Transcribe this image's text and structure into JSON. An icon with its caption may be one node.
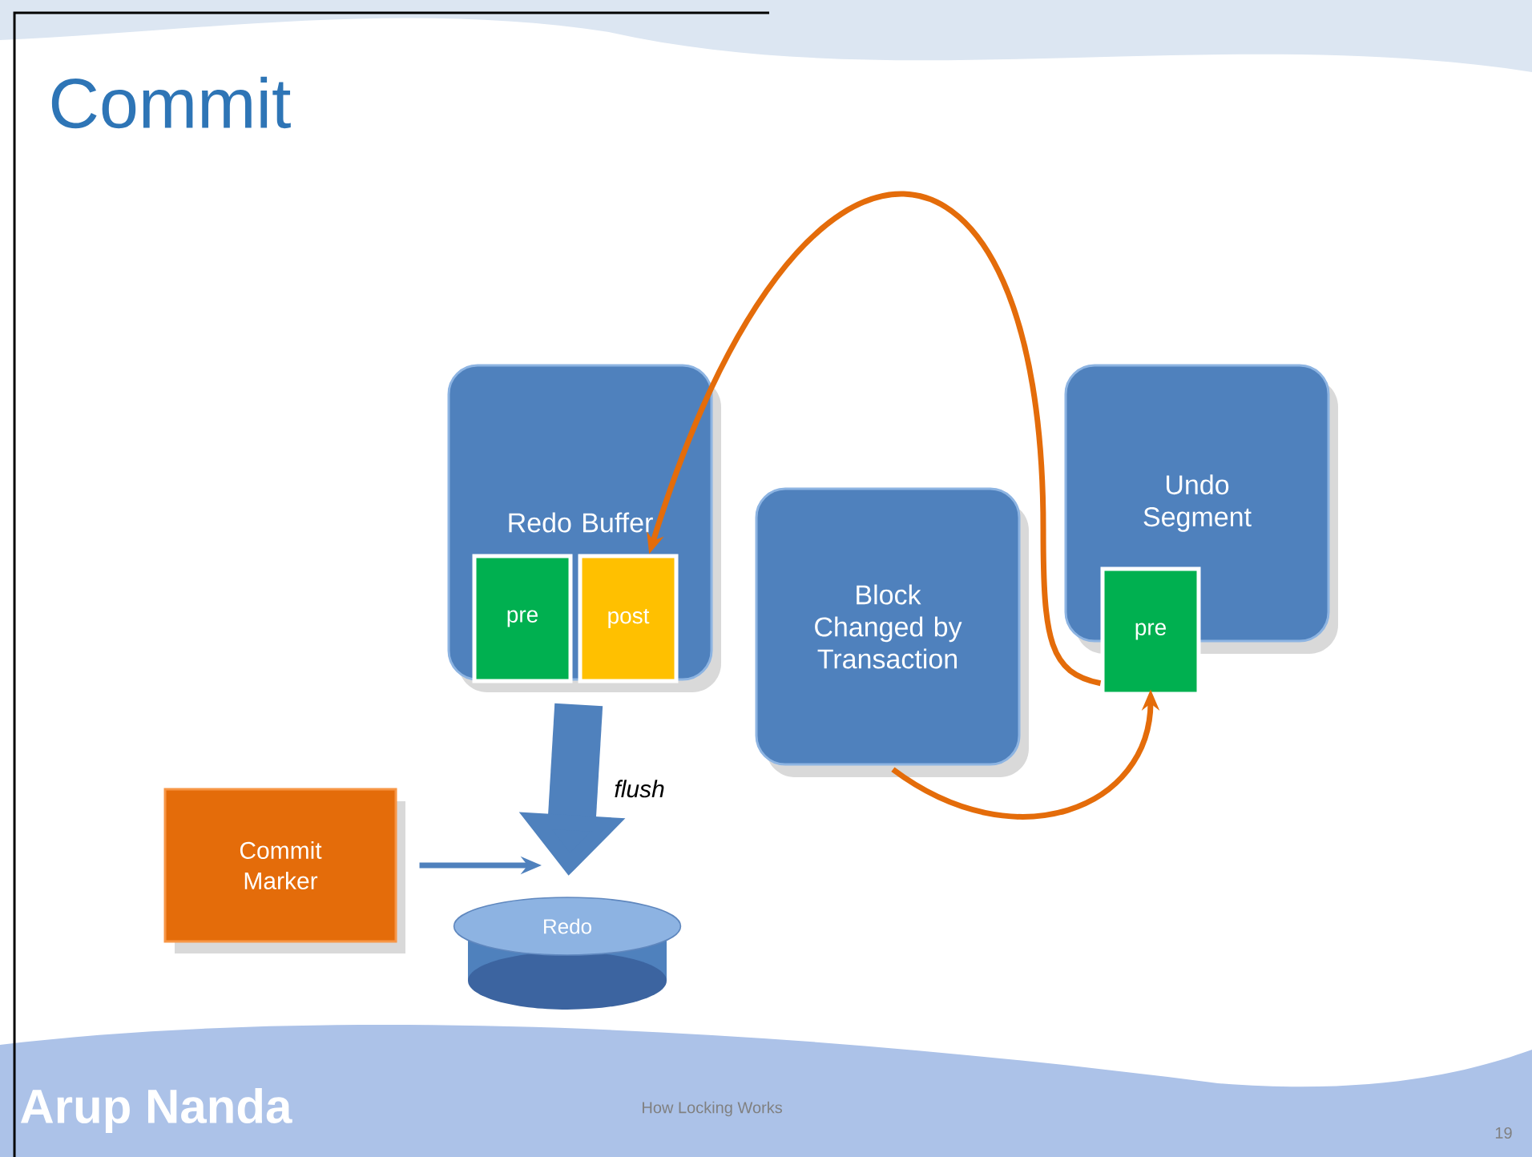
{
  "diagram": {
    "title": "Commit",
    "nodes": [
      {
        "text": [
          "Redo Buffer"
        ]
      },
      {
        "text": [
          "pre"
        ],
        "in": 0
      },
      {
        "text": [
          "post"
        ],
        "in": 0
      },
      {
        "text": [
          "Block Changed by Transaction"
        ]
      },
      {
        "text": [
          "Undo Segment"
        ]
      },
      {
        "text": [
          "pre"
        ]
      },
      {
        "text": [
          "Commit Marker"
        ]
      },
      {
        "text": [
          "Redo"
        ]
      }
    ],
    "edges": [
      {
        "from": 5,
        "to": 2,
        "arrow": "to",
        "color": "#e46c0a"
      },
      {
        "from": 3,
        "to": 5,
        "arrow": "to",
        "color": "#e46c0a"
      },
      {
        "from": 0,
        "to": 7,
        "arrow": "to",
        "style": "thick",
        "label": "flush",
        "color": "#4f81bd"
      },
      {
        "from": 6,
        "to": 7,
        "arrow": "to",
        "color": "#4f81bd"
      }
    ],
    "labels": [
      "Arup Nanda",
      "How Locking Works",
      "19"
    ]
  }
}
